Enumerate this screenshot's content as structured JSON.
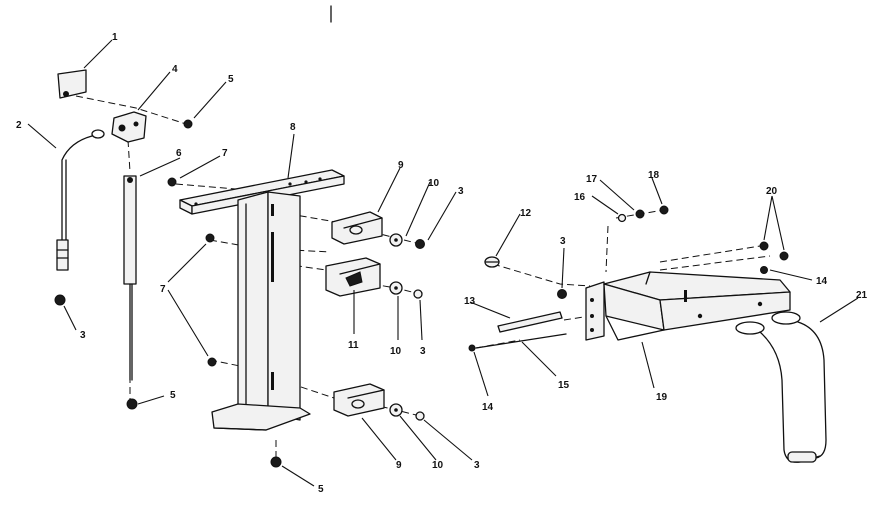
{
  "diagram": {
    "callouts": {
      "c1": "1",
      "c2": "2",
      "c3a": "3",
      "c3b": "3",
      "c3c": "3",
      "c3d": "3",
      "c3e": "3",
      "c4": "4",
      "c5a": "5",
      "c5b": "5",
      "c5c": "5",
      "c6": "6",
      "c7a": "7",
      "c7b": "7",
      "c8": "8",
      "c9a": "9",
      "c9b": "9",
      "c10a": "10",
      "c10b": "10",
      "c10c": "10",
      "c11": "11",
      "c12": "12",
      "c13": "13",
      "c14a": "14",
      "c14b": "14",
      "c15": "15",
      "c16": "16",
      "c17": "17",
      "c18": "18",
      "c19": "19",
      "c20": "20",
      "c21": "21"
    }
  }
}
